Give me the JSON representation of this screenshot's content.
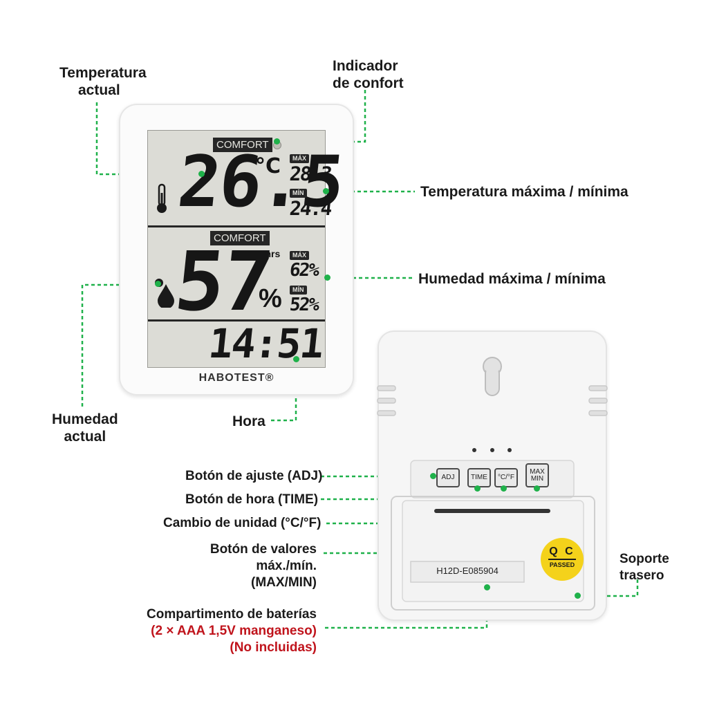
{
  "labels": {
    "temp_actual_1": "Temperatura",
    "temp_actual_2": "actual",
    "comfort_ind_1": "Indicador",
    "comfort_ind_2": "de confort",
    "temp_maxmin": "Temperatura máxima / mínima",
    "hum_maxmin": "Humedad máxima / mínima",
    "hum_actual_1": "Humedad",
    "hum_actual_2": "actual",
    "hora": "Hora",
    "adj": "Botón de ajuste (ADJ)",
    "time": "Botón de hora (TIME)",
    "unit": "Cambio de unidad (°C/°F)",
    "maxmin_1": "Botón de valores",
    "maxmin_2": "máx./mín. (MAX/MIN)",
    "battery_1": "Compartimento de baterías",
    "battery_2": "(2 × AAA 1,5V manganeso)",
    "battery_3": "(No incluidas)",
    "stand_1": "Soporte",
    "stand_2": "trasero"
  },
  "display": {
    "comfort_top": "COMFORT",
    "temp_main": "26.5",
    "temp_unit": "°C",
    "max_tag": "MÁX",
    "temp_max": "28.3",
    "min_tag": "MÍN",
    "temp_min": "24.4",
    "comfort_bottom": "COMFORT",
    "hours": "24 hrs",
    "hum_main": "57",
    "hum_unit": "%",
    "hum_max": "62%",
    "hum_min": "52%",
    "clock": "14:51"
  },
  "brand": "HABOTEST®",
  "back": {
    "btn_adj": "ADJ",
    "btn_time": "TIME",
    "btn_unit": "°C/°F",
    "btn_max": "MAX",
    "btn_min": "MIN",
    "serial": "H12D-E085904",
    "qc_top": "Q C",
    "qc_bottom": "PASSED"
  },
  "colors": {
    "leader": "#1fb14a",
    "accent_red": "#c0141c",
    "qc_badge": "#f4d21b"
  }
}
